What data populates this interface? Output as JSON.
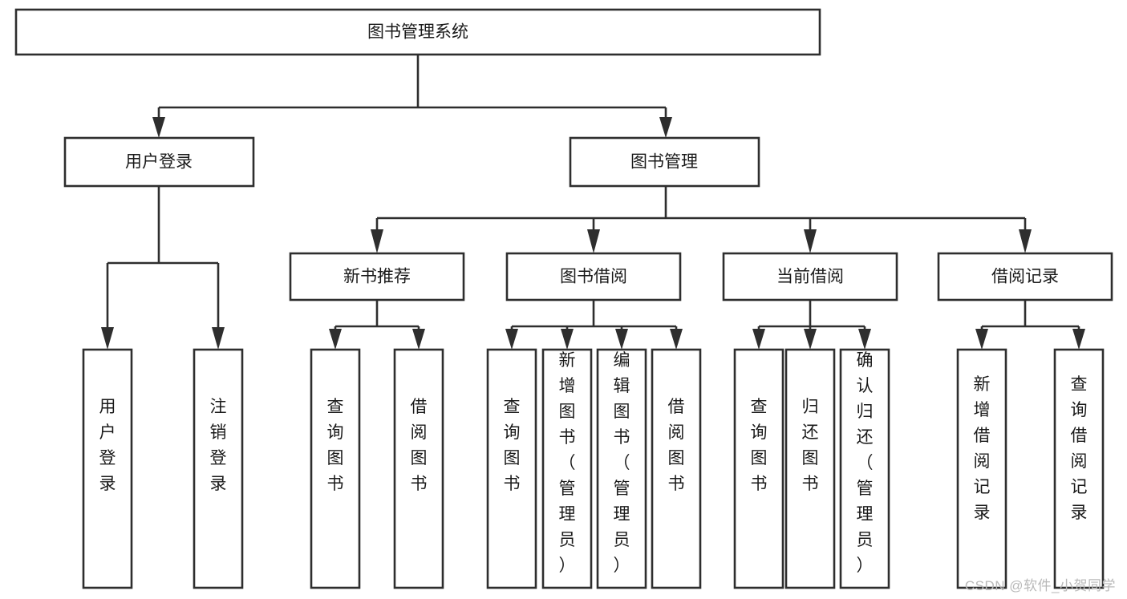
{
  "diagram": {
    "type": "tree",
    "title": "图书管理系统",
    "watermark": "CSDN @软件_小贺同学",
    "colors": {
      "stroke": "#2e2e2e",
      "fill": "#ffffff",
      "text": "#1a1a1a",
      "watermark": "#b9b9b9"
    },
    "nodes": {
      "root": {
        "label": "图书管理系统",
        "orientation": "horizontal"
      },
      "l2": [
        {
          "id": "user-login",
          "label": "用户登录",
          "orientation": "horizontal"
        },
        {
          "id": "book-manage",
          "label": "图书管理",
          "orientation": "horizontal"
        }
      ],
      "l3": [
        {
          "id": "new-book-recommend",
          "label": "新书推荐",
          "orientation": "horizontal"
        },
        {
          "id": "book-borrow",
          "label": "图书借阅",
          "orientation": "horizontal"
        },
        {
          "id": "current-borrow",
          "label": "当前借阅",
          "orientation": "horizontal"
        },
        {
          "id": "borrow-record",
          "label": "借阅记录",
          "orientation": "horizontal"
        }
      ],
      "leaves": {
        "user-login": [
          {
            "id": "leaf-user-login",
            "label": "用户登录",
            "orientation": "vertical"
          },
          {
            "id": "leaf-logout",
            "label": "注销登录",
            "orientation": "vertical"
          }
        ],
        "new-book-recommend": [
          {
            "id": "leaf-query-book-1",
            "label": "查询图书",
            "orientation": "vertical"
          },
          {
            "id": "leaf-borrow-book-1",
            "label": "借阅图书",
            "orientation": "vertical"
          }
        ],
        "book-borrow": [
          {
            "id": "leaf-query-book-2",
            "label": "查询图书",
            "orientation": "vertical"
          },
          {
            "id": "leaf-add-book",
            "label": "新增图书（管理员）",
            "orientation": "vertical"
          },
          {
            "id": "leaf-edit-book",
            "label": "编辑图书（管理员）",
            "orientation": "vertical"
          },
          {
            "id": "leaf-borrow-book-2",
            "label": "借阅图书",
            "orientation": "vertical"
          }
        ],
        "current-borrow": [
          {
            "id": "leaf-query-book-3",
            "label": "查询图书",
            "orientation": "vertical"
          },
          {
            "id": "leaf-return-book",
            "label": "归还图书",
            "orientation": "vertical"
          },
          {
            "id": "leaf-confirm-return",
            "label": "确认归还（管理员）",
            "orientation": "vertical"
          }
        ],
        "borrow-record": [
          {
            "id": "leaf-add-record",
            "label": "新增借阅记录",
            "orientation": "vertical"
          },
          {
            "id": "leaf-query-record",
            "label": "查询借阅记录",
            "orientation": "vertical"
          }
        ]
      }
    }
  }
}
